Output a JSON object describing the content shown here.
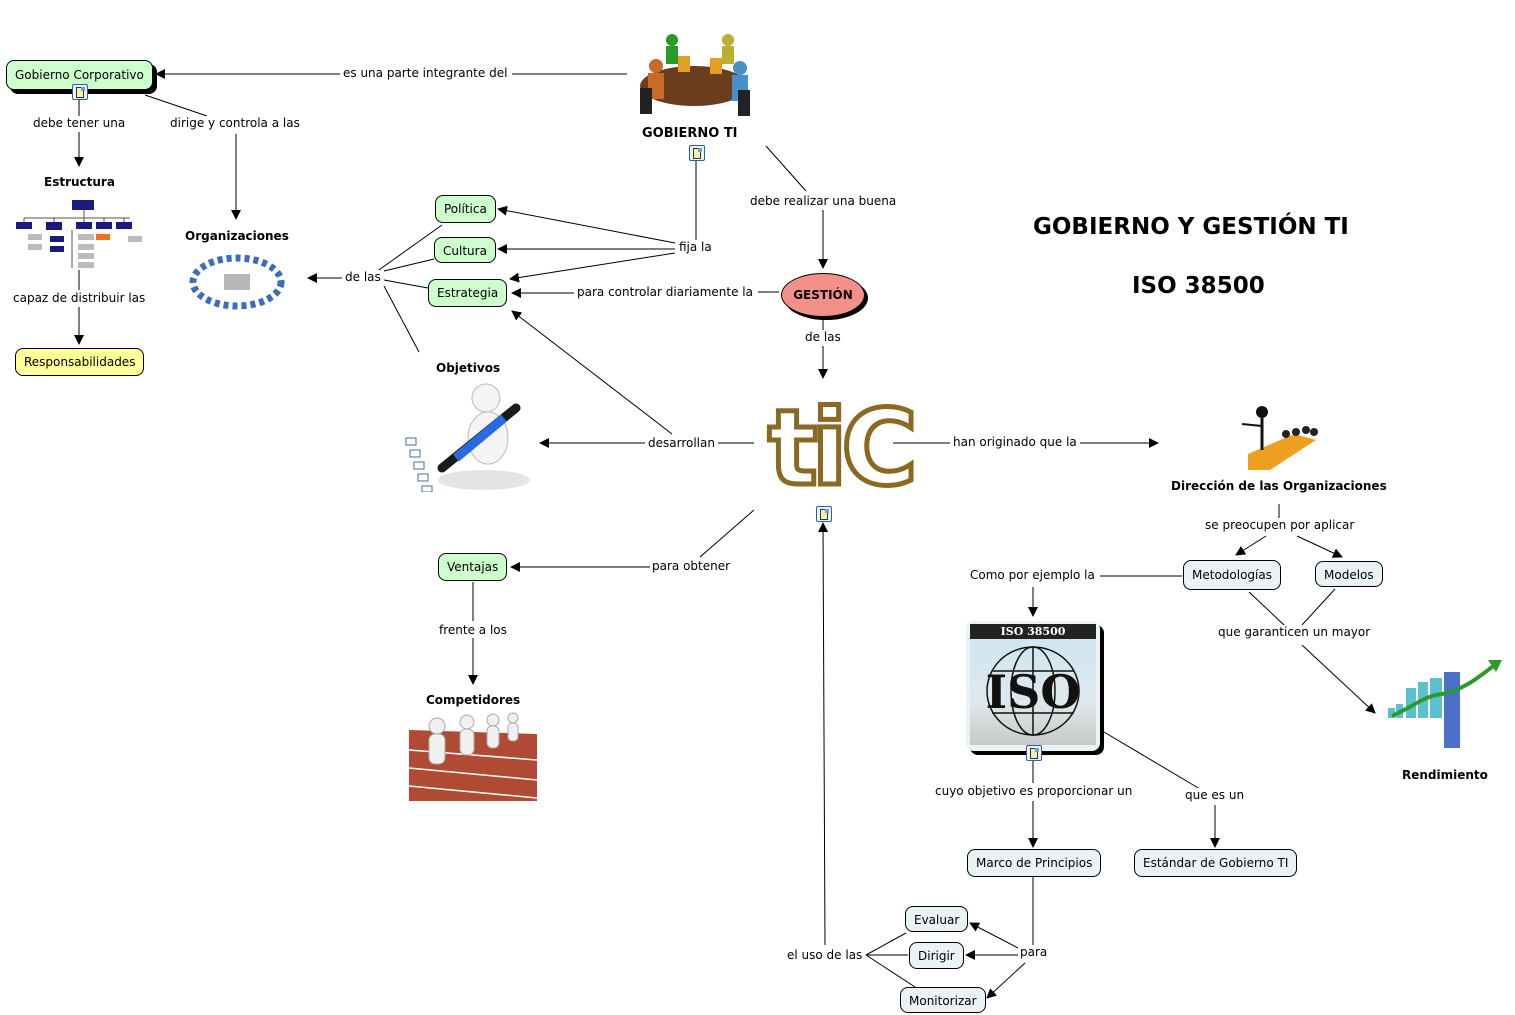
{
  "title": {
    "line1": "GOBIERNO Y GESTIÓN TI",
    "line2": "ISO 38500"
  },
  "concepts": {
    "gobierno_corporativo": "Gobierno Corporativo",
    "estructura": "Estructura",
    "responsabilidades": "Responsabilidades",
    "organizaciones": "Organizaciones",
    "gobierno_ti": "GOBIERNO TI",
    "politica": "Política",
    "cultura": "Cultura",
    "estrategia": "Estrategia",
    "gestion": "GESTIÓN",
    "objetivos": "Objetivos",
    "tic": "TIC",
    "ventajas": "Ventajas",
    "competidores": "Competidores",
    "direccion": "Dirección de las Organizaciones",
    "metodologias": "Metodologías",
    "modelos": "Modelos",
    "rendimiento": "Rendimiento",
    "iso_image_caption": "ISO 38500",
    "iso_image_text": "ISO",
    "marco": "Marco de Principios",
    "estandar": "Estándar de Gobierno TI",
    "evaluar": "Evaluar",
    "dirigir": "Dirigir",
    "monitorizar": "Monitorizar"
  },
  "links": {
    "es_parte": "es una parte integrante del",
    "debe_tener": "debe tener una",
    "dirige": "dirige y controla a las",
    "capaz": "capaz de distribuir las",
    "de_las_org": "de las",
    "fija_la": "fija la",
    "debe_realizar": "debe realizar una buena",
    "para_controlar": "para controlar diariamente la",
    "de_las_tic": "de las",
    "desarrollan": "desarrollan",
    "han_originado": "han originado que la",
    "para_obtener": "para obtener",
    "frente": "frente a los",
    "se_preocupen": "se preocupen por aplicar",
    "como_por": "Como por ejemplo la",
    "que_garanticen": "que garanticen un mayor",
    "cuyo_objetivo": "cuyo objetivo es proporcionar un",
    "que_es_un": "que es un",
    "para": "para",
    "el_uso": "el uso de las"
  },
  "colors": {
    "green_node": "#ccffcc",
    "yellow_node": "#ffff99",
    "blue_node": "#eaf2f6",
    "gestion_node": "#f4908a"
  }
}
